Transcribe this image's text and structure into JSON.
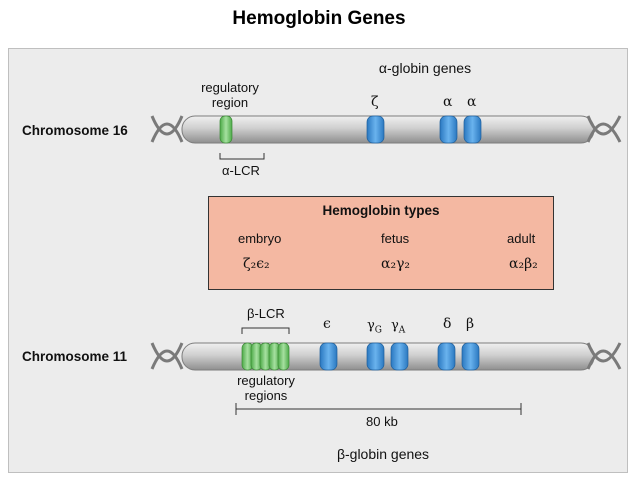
{
  "title": "Hemoglobin  Genes",
  "alpha_cluster": {
    "heading": "α-globin genes",
    "chromosome": "Chromosome 16",
    "regulatory_label_line1": "regulatory",
    "regulatory_label_line2": "region",
    "lcr_label": "α-LCR",
    "genes": [
      "ζ",
      "α",
      "α"
    ]
  },
  "hemoglobin_types": {
    "heading": "Hemoglobin types",
    "stages": [
      {
        "name": "embryo",
        "formula": "ζ₂ϵ₂"
      },
      {
        "name": "fetus",
        "formula": "α₂γ₂"
      },
      {
        "name": "adult",
        "formula": "α₂β₂"
      }
    ]
  },
  "beta_cluster": {
    "heading": "β-globin genes",
    "chromosome": "Chromosome 11",
    "lcr_label": "β-LCR",
    "regulatory_label_line1": "regulatory",
    "regulatory_label_line2": "regions",
    "genes": [
      "ϵ",
      "γ",
      "γ",
      "δ",
      "β"
    ],
    "gamma_subscripts": [
      "G",
      "A"
    ],
    "scale_label": "80 kb"
  },
  "colors": {
    "chromosome": "#c9c9c9",
    "gene_blue": "#3d8fd6",
    "regulatory_green": "#6fc76a",
    "types_box": "#f4b8a2"
  }
}
